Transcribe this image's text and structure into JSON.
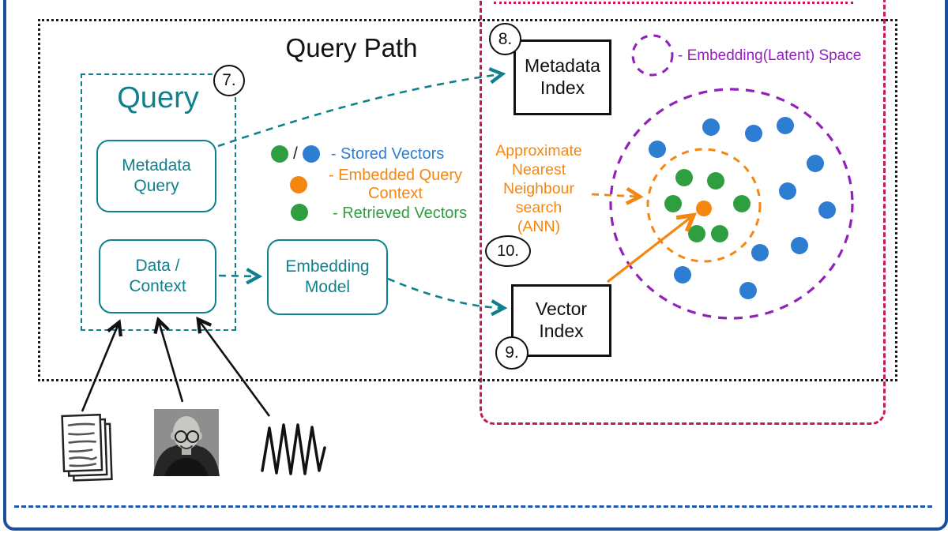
{
  "colors": {
    "frame_blue": "#1d4e9e",
    "teal": "#11808e",
    "crimson": "#c41e4e",
    "purple": "#9320bb",
    "orange": "#f5860f",
    "vector_blue": "#2d7dd2",
    "vector_green": "#2f9e41"
  },
  "query_path": {
    "title": "Query Path"
  },
  "query": {
    "step": "7.",
    "title": "Query",
    "metadata_query": {
      "line1": "Metadata",
      "line2": "Query"
    },
    "data_context": {
      "line1": "Data /",
      "line2": "Context"
    }
  },
  "embedding_model": {
    "line1": "Embedding",
    "line2": "Model"
  },
  "legend": {
    "separator": "/",
    "stored_vectors": "- Stored Vectors",
    "embedded_query": {
      "line1": "- Embedded Query",
      "line2": "Context"
    },
    "retrieved_vectors": "- Retrieved Vectors"
  },
  "index_section": {
    "metadata_index": {
      "step": "8.",
      "line1": "Metadata",
      "line2": "Index"
    },
    "vector_index": {
      "step": "9.",
      "line1": "Vector",
      "line2": "Index"
    },
    "ann": {
      "step": "10.",
      "lines": [
        "Approximate",
        "Nearest",
        "Neighbour",
        "search",
        "(ANN)"
      ]
    },
    "embedding_space_legend": "- Embedding(Latent) Space"
  },
  "vector_space": {
    "stored_vector_count": 11,
    "retrieved_vector_count": 6,
    "embedded_query_count": 1
  }
}
